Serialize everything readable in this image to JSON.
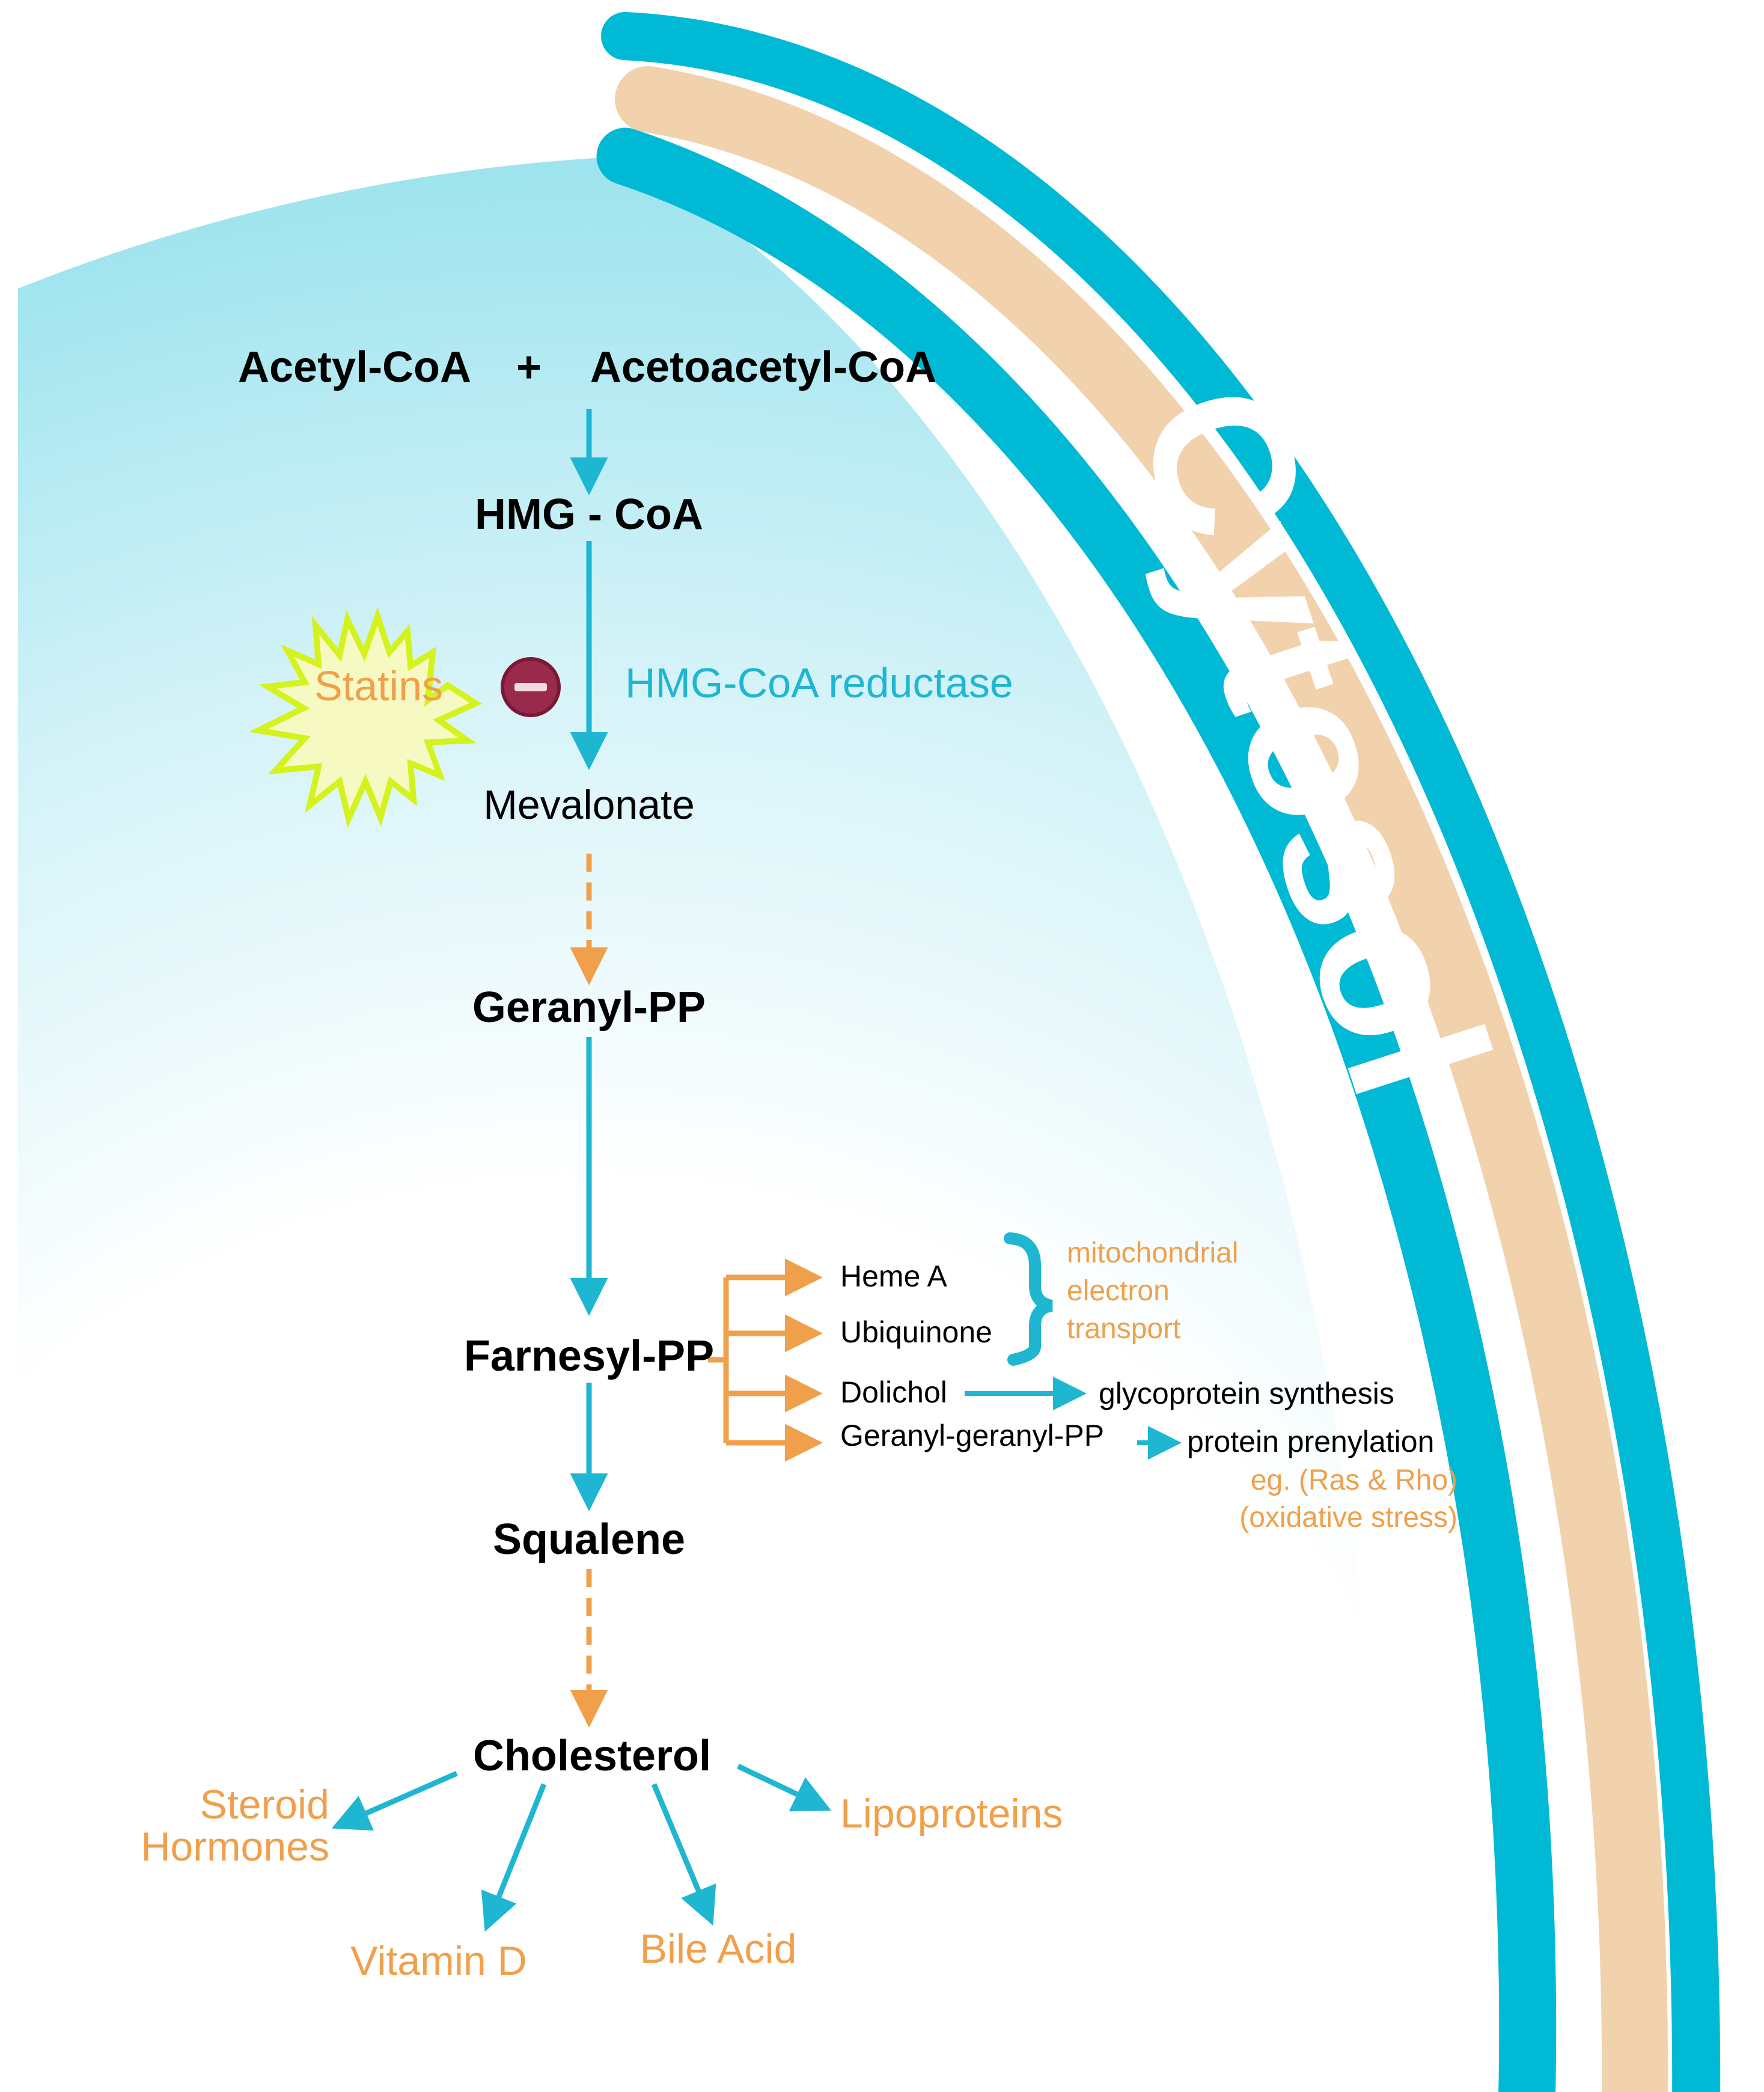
{
  "compartment_label": "Cytosol",
  "pathway": {
    "acetyl_coa": "Acetyl-CoA",
    "plus": "+",
    "acetoacetyl_coa": "Acetoacetyl-CoA",
    "hmg_coa": "HMG - CoA",
    "enzyme": "HMG-CoA reductase",
    "inhibitor": "Statins",
    "inhibition_symbol": "−",
    "mevalonate": "Mevalonate",
    "geranyl_pp": "Geranyl-PP",
    "farnesyl_pp": "Farnesyl-PP",
    "squalene": "Squalene",
    "cholesterol": "Cholesterol"
  },
  "farnesyl_branches": {
    "heme_a": "Heme A",
    "ubiquinone": "Ubiquinone",
    "mito_line1": "mitochondrial",
    "mito_line2": "electron",
    "mito_line3": "transport",
    "dolichol": "Dolichol",
    "glycoprotein": "glycoprotein synthesis",
    "ggpp": "Geranyl-geranyl-PP",
    "prenylation": "protein prenylation",
    "prenylation_eg": "eg. (Ras & Rho)",
    "oxidative_stress": "(oxidative stress)"
  },
  "cholesterol_products": {
    "steroid_line1": "Steroid",
    "steroid_line2": "Hormones",
    "vitamin_d": "Vitamin D",
    "bile_acid": "Bile Acid",
    "lipoproteins": "Lipoproteins"
  },
  "colors": {
    "membrane_blue": "#00b9d5",
    "membrane_tan": "#f2d1ad",
    "cytosol_fill": "#9fe3ee",
    "arrow_blue": "#1fb6d2",
    "arrow_orange": "#f0a04b",
    "text_orange": "#f0a04b",
    "enzyme_text": "#1fb6d2",
    "statin_burst": "#f7f9c2",
    "statin_outline": "#d4f21e",
    "inhibit_fill": "#9a2a4c"
  }
}
